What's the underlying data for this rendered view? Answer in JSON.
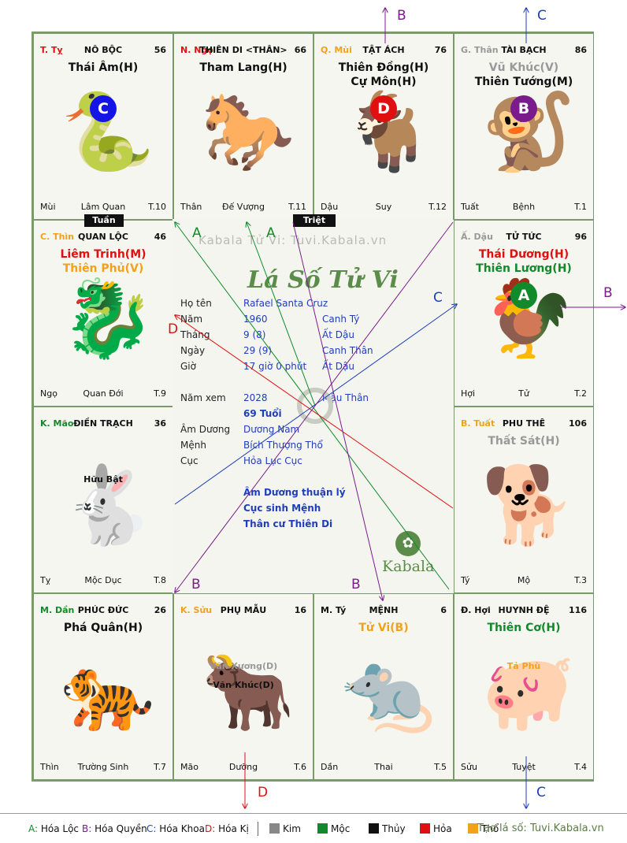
{
  "colors": {
    "moc": "#128a2c",
    "hoa": "#e01010",
    "tho": "#f3a01a",
    "kim": "#888888",
    "thuy": "#111111",
    "loc": "#128a2c",
    "quyen": "#7a1c8c",
    "khoa": "#1e3fb8",
    "ki": "#e01010",
    "blue": "#1e3fb8"
  },
  "palaces": [
    {
      "pos": "T. Tỵ",
      "pos_color": "#e01010",
      "name": "NÔ BỘC",
      "num": "56",
      "stars": [
        {
          "t": "Thái Âm(H)",
          "c": "#111111"
        }
      ],
      "minors": [],
      "bl": "Mùi",
      "bc": "Lâm Quan",
      "br": "T.10",
      "circle": {
        "t": "C",
        "c": "#1414e6"
      },
      "ghost": "🐍"
    },
    {
      "pos": "N. Ngọ",
      "pos_color": "#e01010",
      "name": "THIÊN DI <THÂN>",
      "num": "66",
      "stars": [
        {
          "t": "Tham Lang(H)",
          "c": "#111111"
        }
      ],
      "minors": [],
      "bl": "Thân",
      "bc": "Đế Vượng",
      "br": "T.11",
      "ghost": "🐎"
    },
    {
      "pos": "Q. Mùi",
      "pos_color": "#f3a01a",
      "name": "TẬT ÁCH",
      "num": "76",
      "stars": [
        {
          "t": "Thiên Đồng(H)",
          "c": "#111111"
        },
        {
          "t": "Cự Môn(H)",
          "c": "#111111"
        }
      ],
      "minors": [],
      "bl": "Dậu",
      "bc": "Suy",
      "br": "T.12",
      "circle": {
        "t": "D",
        "c": "#e01010"
      },
      "ghost": "🐐"
    },
    {
      "pos": "G. Thân",
      "pos_color": "#999999",
      "name": "TÀI BẠCH",
      "num": "86",
      "stars": [
        {
          "t": "Vũ Khúc(V)",
          "c": "#999999"
        },
        {
          "t": "Thiên Tướng(M)",
          "c": "#111111"
        }
      ],
      "minors": [],
      "bl": "Tuất",
      "bc": "Bệnh",
      "br": "T.1",
      "circle": {
        "t": "B",
        "c": "#7a1c8c"
      },
      "ghost": "🐒"
    },
    {
      "pos": "C. Thìn",
      "pos_color": "#f3a01a",
      "name": "QUAN LỘC",
      "num": "46",
      "stars": [
        {
          "t": "Liêm Trinh(M)",
          "c": "#e01010"
        },
        {
          "t": "Thiên Phủ(V)",
          "c": "#f3a01a"
        }
      ],
      "minors": [],
      "bl": "Ngọ",
      "bc": "Quan Đới",
      "br": "T.9",
      "ghost": "🐉"
    },
    {
      "pos": "Ấ. Dậu",
      "pos_color": "#999999",
      "name": "TỬ TỨC",
      "num": "96",
      "stars": [
        {
          "t": "Thái Dương(H)",
          "c": "#e01010"
        },
        {
          "t": "Thiên Lương(H)",
          "c": "#128a2c"
        }
      ],
      "minors": [],
      "bl": "Hợi",
      "bc": "Tử",
      "br": "T.2",
      "circle": {
        "t": "A",
        "c": "#128a2c"
      },
      "ghost": "🐓"
    },
    {
      "pos": "K. Mão",
      "pos_color": "#128a2c",
      "name": "ĐIỀN TRẠCH",
      "num": "36",
      "stars": [],
      "minors": [
        {
          "t": "Hữu Bật",
          "c": "#111111"
        }
      ],
      "bl": "Tỵ",
      "bc": "Mộc Dục",
      "br": "T.8",
      "ghost": "🐇"
    },
    {
      "pos": "B. Tuất",
      "pos_color": "#f3a01a",
      "name": "PHU THÊ",
      "num": "106",
      "stars": [
        {
          "t": "Thất Sát(H)",
          "c": "#999999"
        }
      ],
      "minors": [],
      "bl": "Tý",
      "bc": "Mộ",
      "br": "T.3",
      "ghost": "🐕"
    },
    {
      "pos": "M. Dần",
      "pos_color": "#128a2c",
      "name": "PHÚC ĐỨC",
      "num": "26",
      "stars": [
        {
          "t": "Phá Quân(H)",
          "c": "#111111"
        }
      ],
      "minors": [],
      "bl": "Thìn",
      "bc": "Trường Sinh",
      "br": "T.7",
      "ghost": "🐅"
    },
    {
      "pos": "K. Sửu",
      "pos_color": "#f3a01a",
      "name": "PHỤ MẪU",
      "num": "16",
      "stars": [],
      "minors": [
        {
          "t": "Văn Xương(D)",
          "c": "#999999"
        },
        {
          "t": "Văn Khúc(D)",
          "c": "#111111"
        }
      ],
      "bl": "Mão",
      "bc": "Dưỡng",
      "br": "T.6",
      "ghost": "🐂"
    },
    {
      "pos": "M. Tý",
      "pos_color": "#111111",
      "name": "MỆNH",
      "num": "6",
      "stars": [
        {
          "t": "Tử Vi(B)",
          "c": "#f3a01a"
        }
      ],
      "minors": [],
      "bl": "Dần",
      "bc": "Thai",
      "br": "T.5",
      "ghost": "🐀"
    },
    {
      "pos": "Đ. Hợi",
      "pos_color": "#111111",
      "name": "HUYNH ĐỆ",
      "num": "116",
      "stars": [
        {
          "t": "Thiên Cơ(H)",
          "c": "#128a2c"
        }
      ],
      "minors": [
        {
          "t": "Tả Phù",
          "c": "#f3a01a"
        }
      ],
      "bl": "Sửu",
      "bc": "Tuyệt",
      "br": "T.4",
      "ghost": "🐖"
    }
  ],
  "tags": {
    "tuan": "Tuần",
    "triet": "Triệt"
  },
  "center": {
    "watermark": "Kabala Tử Vi: Tuvi.Kabala.vn",
    "logo": "Lá Số Tử Vi",
    "rows": [
      {
        "k": "Họ tên",
        "v": "Rafael Santa Cruz",
        "v2": ""
      },
      {
        "k": "Năm",
        "v": "1960",
        "v2": "Canh Tý"
      },
      {
        "k": "Tháng",
        "v": "9  (8)",
        "v2": "Ất Dậu"
      },
      {
        "k": "Ngày",
        "v": "29  (9)",
        "v2": "Canh Thân"
      },
      {
        "k": "Giờ",
        "v": "17 giờ 0 phút",
        "v2": "Ất Dậu"
      },
      {
        "k": "Năm xem",
        "v": "2028",
        "v2": "Mậu Thân"
      },
      {
        "k": "",
        "v": "69 Tuổi",
        "v2": ""
      },
      {
        "k": "Âm Dương",
        "v": "Dương Nam",
        "v2": ""
      },
      {
        "k": "Mệnh",
        "v": "Bích Thượng Thổ",
        "v2": ""
      },
      {
        "k": "Cục",
        "v": "Hỏa Lục Cục",
        "v2": ""
      }
    ],
    "notes": [
      "Âm Dương thuận lý",
      "Cục sinh Mệnh",
      "Thân cư Thiên Di"
    ],
    "kabala": "Kabala"
  },
  "arrows": [
    {
      "t": "B",
      "c": "#7a1c8c"
    },
    {
      "t": "C",
      "c": "#1e3fb8"
    },
    {
      "t": "B",
      "c": "#7a1c8c"
    },
    {
      "t": "C",
      "c": "#1e3fb8"
    },
    {
      "t": "D",
      "c": "#e01010"
    },
    {
      "t": "C",
      "c": "#1e3fb8"
    },
    {
      "t": "A",
      "c": "#128a2c"
    },
    {
      "t": "A",
      "c": "#128a2c"
    },
    {
      "t": "D",
      "c": "#e01010"
    },
    {
      "t": "B",
      "c": "#7a1c8c"
    },
    {
      "t": "B",
      "c": "#7a1c8c"
    }
  ],
  "legend": {
    "hoa": [
      {
        "code": "A:",
        "label": "Hóa Lộc",
        "c": "#128a2c"
      },
      {
        "code": "B:",
        "label": "Hóa Quyền",
        "c": "#7a1c8c"
      },
      {
        "code": "C:",
        "label": "Hóa Khoa",
        "c": "#1e3fb8"
      },
      {
        "code": "D:",
        "label": "Hóa Kị",
        "c": "#e01010"
      }
    ],
    "hanh": [
      {
        "label": "Kim",
        "c": "#888888"
      },
      {
        "label": "Mộc",
        "c": "#128a2c"
      },
      {
        "label": "Thủy",
        "c": "#111111"
      },
      {
        "label": "Hỏa",
        "c": "#e01010"
      },
      {
        "label": "Thổ",
        "c": "#f3a01a"
      }
    ],
    "site": "Tạo lá số: Tuvi.Kabala.vn"
  }
}
